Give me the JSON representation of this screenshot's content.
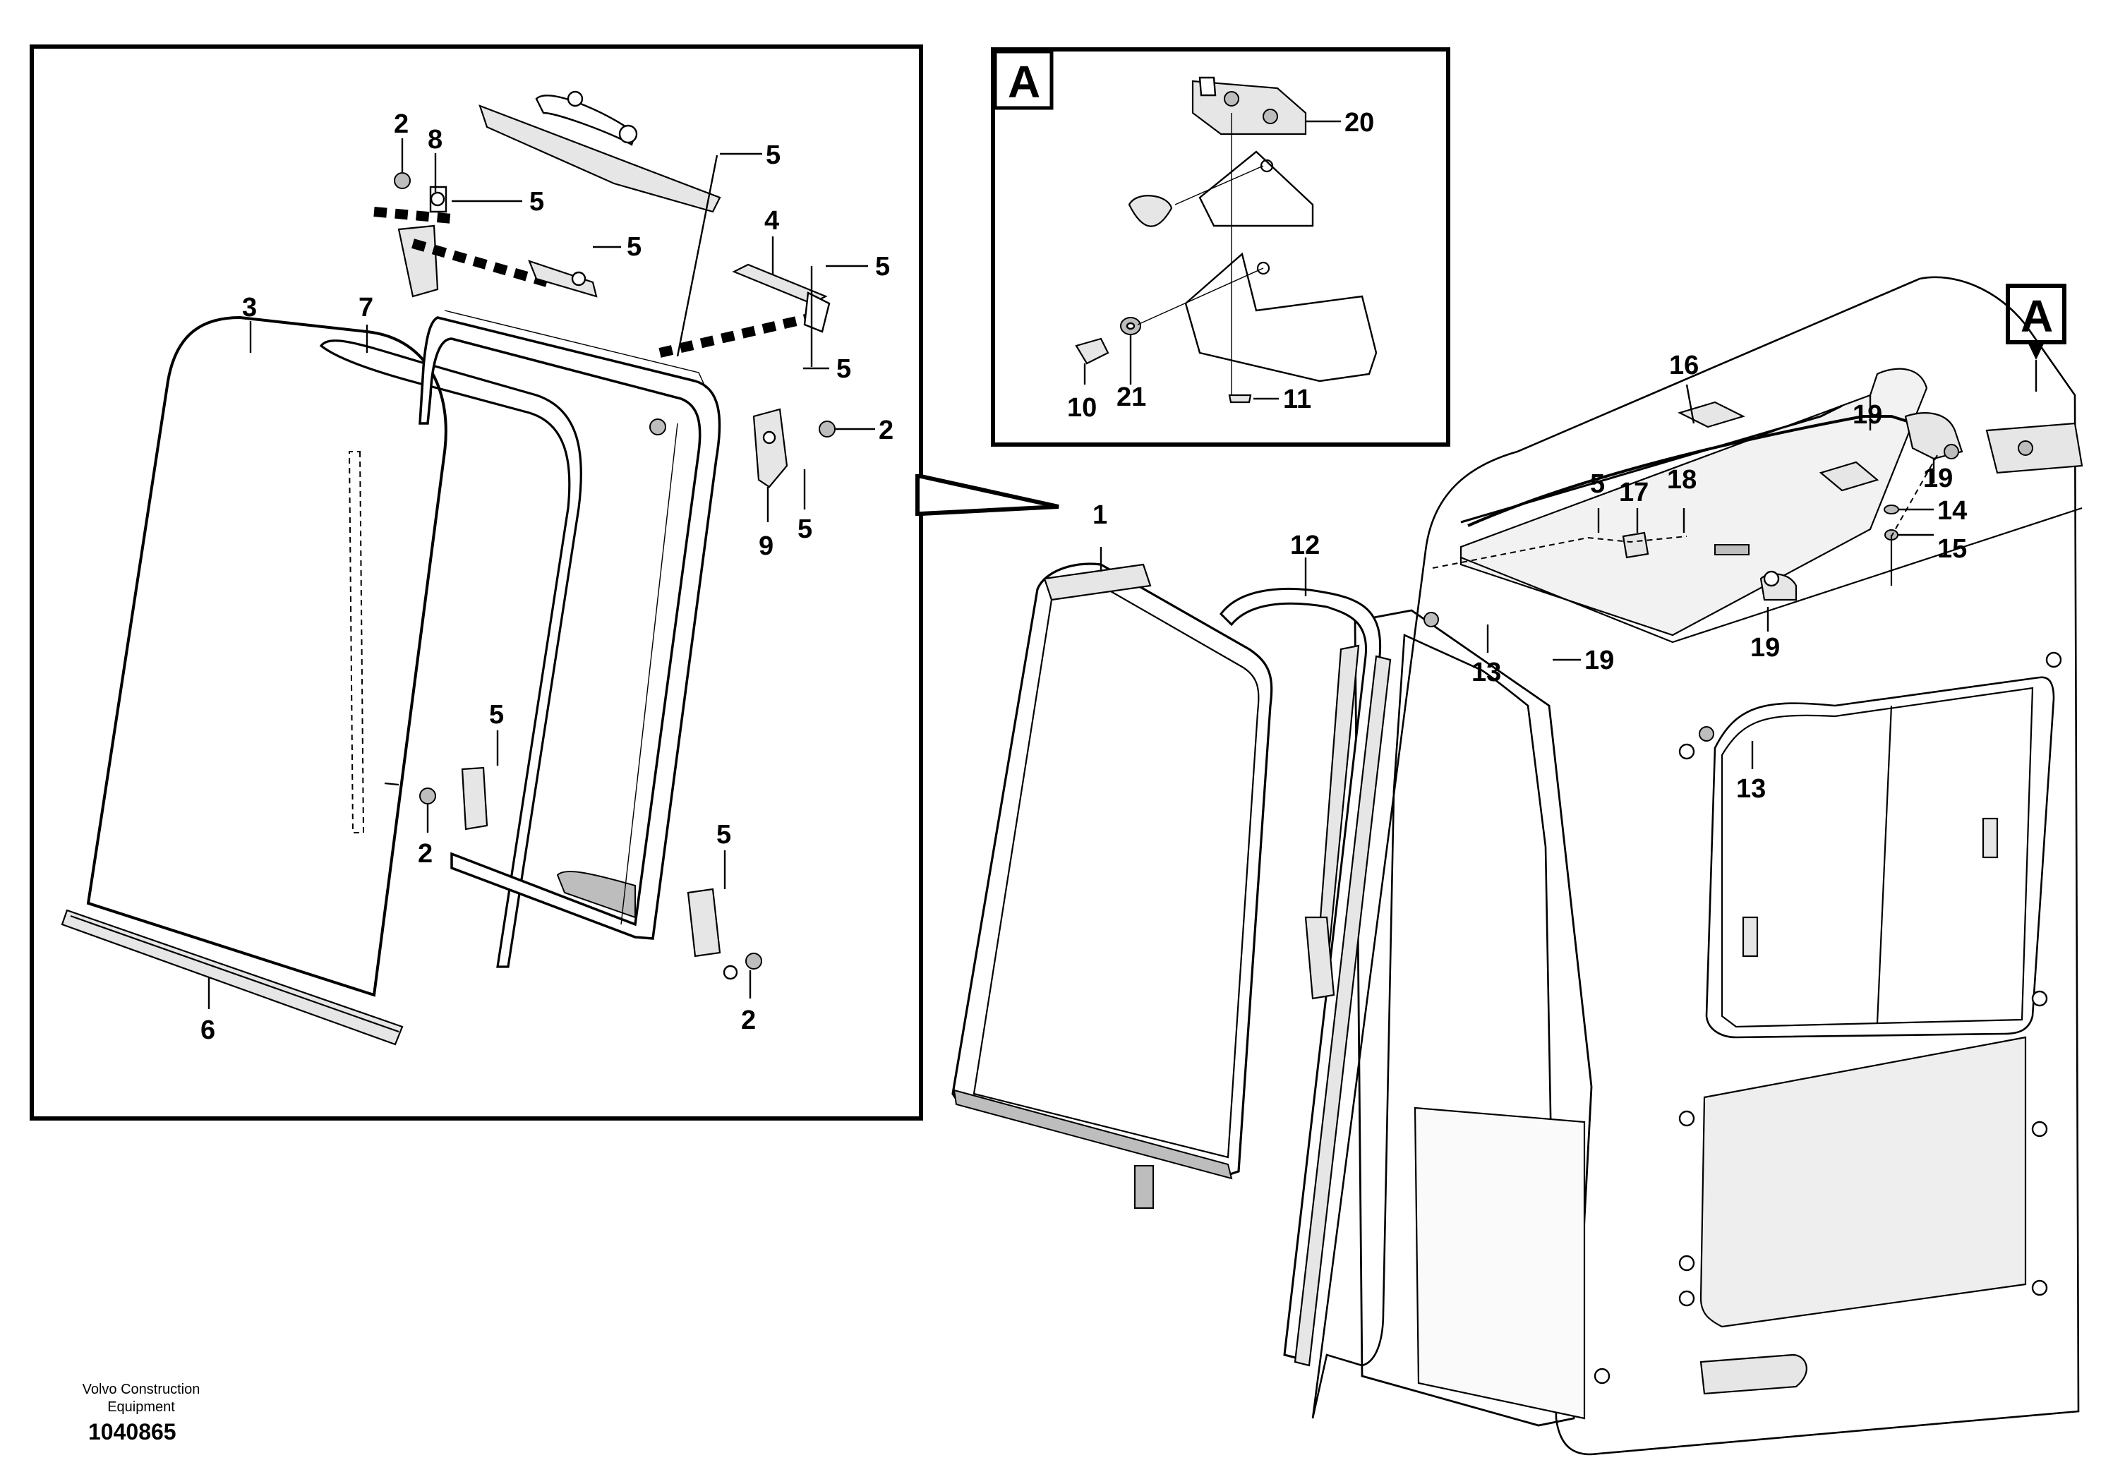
{
  "detail_box": {
    "label": "A"
  },
  "cab_marker": {
    "label": "A"
  },
  "callouts": [
    {
      "id": "c-2a",
      "text": "2"
    },
    {
      "id": "c-8",
      "text": "8"
    },
    {
      "id": "c-5a",
      "text": "5"
    },
    {
      "id": "c-5b",
      "text": "5"
    },
    {
      "id": "c-5c",
      "text": "5"
    },
    {
      "id": "c-4",
      "text": "4"
    },
    {
      "id": "c-5d",
      "text": "5"
    },
    {
      "id": "c-3",
      "text": "3"
    },
    {
      "id": "c-7",
      "text": "7"
    },
    {
      "id": "c-5e",
      "text": "5"
    },
    {
      "id": "c-2b",
      "text": "2"
    },
    {
      "id": "c-9",
      "text": "9"
    },
    {
      "id": "c-5f",
      "text": "5"
    },
    {
      "id": "c-5g",
      "text": "5"
    },
    {
      "id": "c-2c",
      "text": "2"
    },
    {
      "id": "c-5h",
      "text": "5"
    },
    {
      "id": "c-6",
      "text": "6"
    },
    {
      "id": "c-2d",
      "text": "2"
    },
    {
      "id": "c-20",
      "text": "20"
    },
    {
      "id": "c-10",
      "text": "10"
    },
    {
      "id": "c-21",
      "text": "21"
    },
    {
      "id": "c-11",
      "text": "11"
    },
    {
      "id": "c-1",
      "text": "1"
    },
    {
      "id": "c-12",
      "text": "12"
    },
    {
      "id": "c-16",
      "text": "16"
    },
    {
      "id": "c-19a",
      "text": "19"
    },
    {
      "id": "c-19b",
      "text": "19"
    },
    {
      "id": "c-5i",
      "text": "5"
    },
    {
      "id": "c-17",
      "text": "17"
    },
    {
      "id": "c-18",
      "text": "18"
    },
    {
      "id": "c-14",
      "text": "14"
    },
    {
      "id": "c-15",
      "text": "15"
    },
    {
      "id": "c-13a",
      "text": "13"
    },
    {
      "id": "c-19c",
      "text": "19"
    },
    {
      "id": "c-19d",
      "text": "19"
    },
    {
      "id": "c-13b",
      "text": "13"
    }
  ],
  "footer": {
    "brand_line1": "Volvo Construction",
    "brand_line2": "Equipment",
    "doc_number": "1040865"
  }
}
